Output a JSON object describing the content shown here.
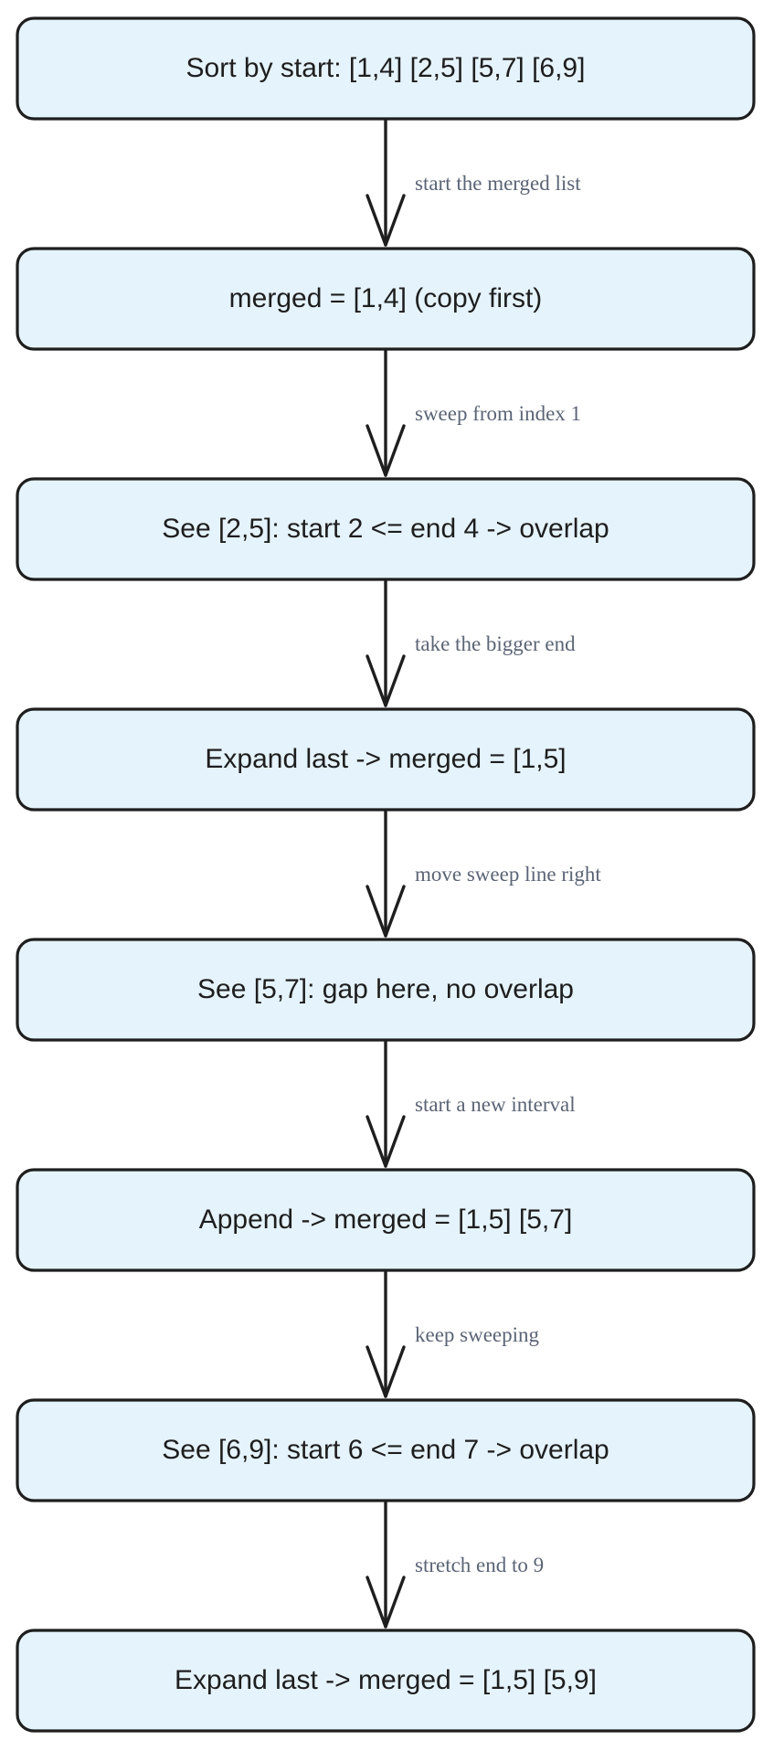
{
  "colors": {
    "node_fill": "#e5f3fc",
    "node_stroke": "#1e1e1e",
    "edge_stroke": "#1e1e1e",
    "edge_label": "#5b6475"
  },
  "steps": [
    {
      "label": "Sort by start: [1,4] [2,5] [5,7] [6,9]"
    },
    {
      "label": "merged = [1,4] (copy first)"
    },
    {
      "label": "See [2,5]: start 2 <= end 4 -> overlap"
    },
    {
      "label": "Expand last -> merged = [1,5]"
    },
    {
      "label": "See [5,7]: gap here, no overlap"
    },
    {
      "label": "Append -> merged = [1,5] [5,7]"
    },
    {
      "label": "See [6,9]: start 6 <= end 7 -> overlap"
    },
    {
      "label": "Expand last -> merged = [1,5] [5,9]"
    }
  ],
  "edges": [
    {
      "label": "start the merged list"
    },
    {
      "label": "sweep from index 1"
    },
    {
      "label": "take the bigger end"
    },
    {
      "label": "move sweep line right"
    },
    {
      "label": "start a new interval"
    },
    {
      "label": "keep sweeping"
    },
    {
      "label": "stretch end to 9"
    }
  ]
}
